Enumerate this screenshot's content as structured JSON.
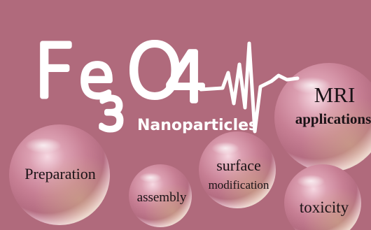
{
  "title": {
    "f": "F",
    "e": "e",
    "sub": "3",
    "o": "O",
    "four": "4",
    "subtitle": "Nanoparticles"
  },
  "bubbles": {
    "mri_line1": "MRI",
    "mri_line2": "applications",
    "preparation": "Preparation",
    "assembly": "assembly",
    "surface_line1": "surface",
    "surface_line2": "modification",
    "toxicity": "toxicity"
  },
  "colors": {
    "background": "#b06a7c",
    "title": "#ffffff",
    "label_text": "#1a1216"
  }
}
